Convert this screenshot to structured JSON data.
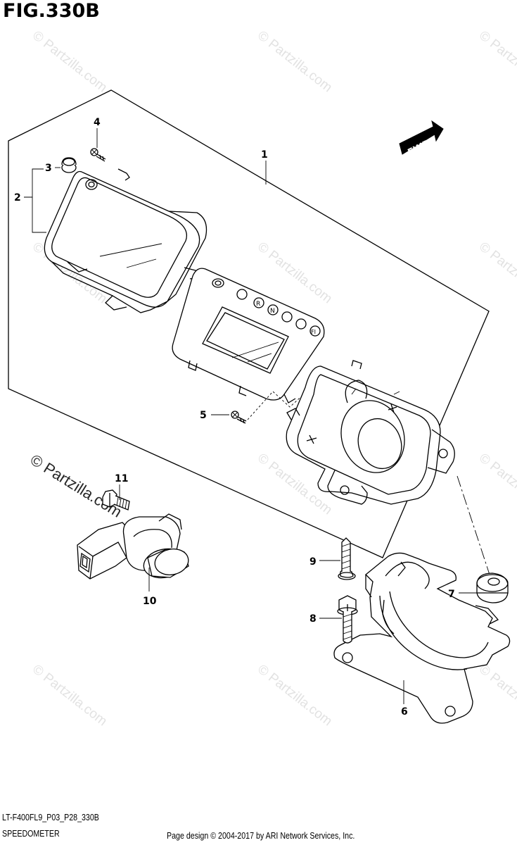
{
  "figure": {
    "title": "FIG.330B",
    "code": "LT-F400FL9_P03_P28_330B",
    "section_name": "SPEEDOMETER",
    "copyright": "Page design © 2004-2017 by ARI Network Services, Inc.",
    "fwd_label": "FWD",
    "indicator_letters": [
      "R",
      "N",
      "FI"
    ]
  },
  "watermark": {
    "text": "© Partzilla.com"
  },
  "callouts": {
    "c1": "1",
    "c2": "2",
    "c3": "3",
    "c4": "4",
    "c5": "5",
    "c6": "6",
    "c7": "7",
    "c8": "8",
    "c9": "9",
    "c10": "10",
    "c11": "11"
  }
}
